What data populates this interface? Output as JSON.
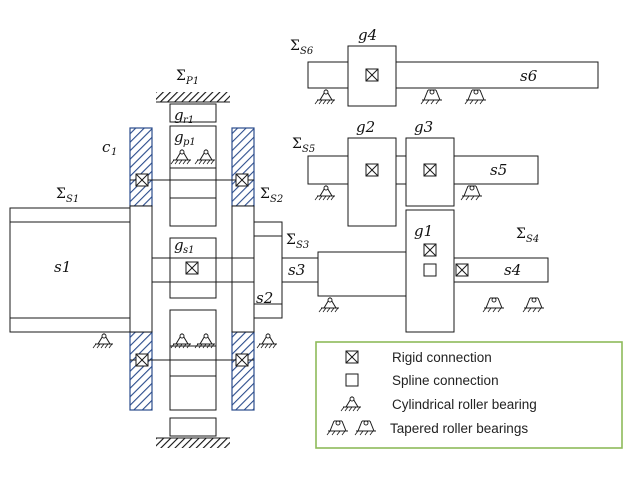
{
  "labels": {
    "sigma": "Σ",
    "s1": "s1",
    "s2": "s2",
    "s3": "s3",
    "s4": "s4",
    "s5": "s5",
    "s6": "s6",
    "g1": "g1",
    "g2": "g2",
    "g3": "g3",
    "g4": "g4",
    "c1_main": "c",
    "c1_sub": "1",
    "g": "g",
    "gr1_sub": "r1",
    "gp1_sub": "p1",
    "gs1_sub": "s1",
    "sigma_p1_sub": "P1",
    "sigma_s1_sub": "S1",
    "sigma_s2_sub": "S2",
    "sigma_s3_sub": "S3",
    "sigma_s4_sub": "S4",
    "sigma_s5_sub": "S5",
    "sigma_s6_sub": "S6"
  },
  "legend": {
    "rigid": "Rigid connection",
    "spline": "Spline connection",
    "cylindrical": "Cylindrical roller bearing",
    "tapered": "Tapered roller bearings",
    "border_color": "#8dbb5a"
  },
  "colors": {
    "carrier_hatch": "#2b4c8c",
    "legend_border": "#8dbb5a"
  }
}
